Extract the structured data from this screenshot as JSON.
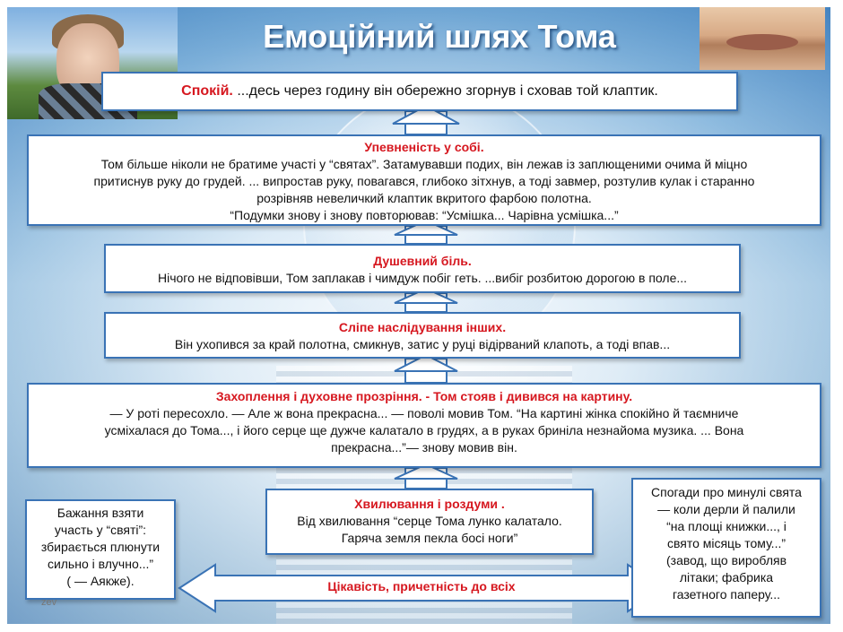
{
  "slide": {
    "title": "Емоційний шлях Тома",
    "watermark": "zev"
  },
  "boxes": {
    "calm": {
      "heading": "Спокій.",
      "text": " ...десь через годину він обережно згорнув і сховав той клаптик."
    },
    "confidence": {
      "heading": "Упевненість у собі.",
      "lines": [
        "Том більше ніколи не братиме участі у “святах”.  Затамувавши подих, він лежав із заплющеними очима й міцно",
        "притиснув руку до грудей. ... випростав руку, повагався, глибоко зітхнув, а тоді завмер, розтулив кулак і старанно",
        "розрівняв невеличкий клаптик вкритого фарбою полотна.",
        "“Подумки знову і знову повторював: “Усмішка... Чарівна усмішка...”"
      ]
    },
    "pain": {
      "heading": "Душевний біль.",
      "text": "Нічого не відповівши, Том заплакав і чимдуж побіг геть. ...вибіг розбитою дорогою в поле..."
    },
    "imitation": {
      "heading": "Сліпе наслідування інших.",
      "text": "Він ухопився за край полотна, смикнув, затис у руці відірваний клапоть, а тоді впав..."
    },
    "awe": {
      "heading": "Захоплення і духовне прозріння. - Том стояв і дивився на картину.",
      "lines": [
        "— У роті пересохло. — Але ж вона прекрасна... — поволі мовив Том. “На картині жінка спокійно й таємниче",
        "усміхалася до Тома..., і його серце ще дужче калатало в грудях, а в руках бриніла незнайома музика. ... Вона",
        "прекрасна...”— знову мовив він."
      ]
    },
    "excitement": {
      "heading": "Хвилювання і роздуми .",
      "lines": [
        "Від хвилювання “серце Тома лунко калатало.",
        "Гаряча земля пекла босі ноги”"
      ]
    },
    "left": {
      "lines": [
        "Бажання взяти",
        "участь у “святі”:",
        "збирається плюнути",
        "сильно і влучно...”",
        "( — Аякже)."
      ]
    },
    "right": {
      "lines": [
        "Спогади про минулі свята",
        "— коли дерли й палили",
        "“на площі книжки..., і",
        "свято місяць тому...”",
        "(завод, що виробляв",
        "літаки; фабрика",
        "газетного паперу..."
      ]
    }
  },
  "arrow": {
    "label": "Цікавість, причетність до всіх"
  },
  "colors": {
    "heading": "#d6171f",
    "box_border": "#3a73b5",
    "arrow_fill": "#ffffff",
    "arrow_stroke": "#3a73b5"
  }
}
